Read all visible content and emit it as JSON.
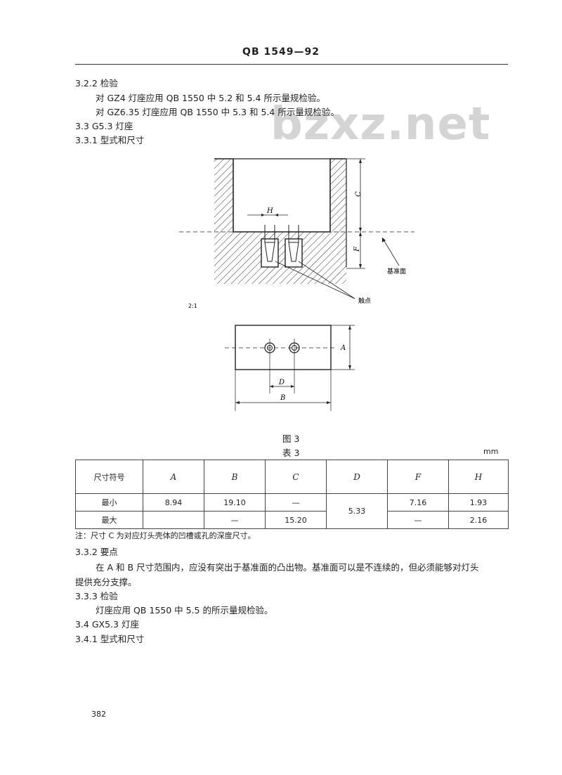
{
  "header": "QB 1549—92",
  "watermark": "bzxz.net",
  "sections": {
    "s322_title": "3.2.2  检验",
    "s322_line1": "对 GZ4 灯座应用 QB 1550 中 5.2 和 5.4 所示量规检验。",
    "s322_line2": "对 GZ6.35 灯座应用 QB 1550 中 5.3 和 5.4 所示量规检验。",
    "s33_title": "3.3  G5.3 灯座",
    "s331_title": "3.3.1  型式和尺寸",
    "s332_title": "3.3.2  要点",
    "s332_line1": "在 A 和 B 尺寸范围内，应没有突出于基准面的凸出物。基准面可以是不连续的，但必须能够对灯头",
    "s332_line2": "提供充分支撑。",
    "s333_title": "3.3.3  检验",
    "s333_line1": "灯座应用 QB 1550 中 5.5 的所示量规检验。",
    "s34_title": "3.4  GX5.3 灯座",
    "s341_title": "3.4.1  型式和尺寸"
  },
  "figure": {
    "label_C": "C",
    "label_F": "F",
    "label_H": "H",
    "label_A": "A",
    "label_B": "B",
    "label_D": "D",
    "ref_plane": "基准面",
    "contacts": "触点",
    "scale": "2:1",
    "caption": "图 3"
  },
  "table": {
    "title": "表 3",
    "unit": "mm",
    "headers": [
      "尺寸符号",
      "A",
      "B",
      "C",
      "D",
      "F",
      "H"
    ],
    "row_min": {
      "label": "最小",
      "A": "8.94",
      "B": "19.10",
      "C": "—",
      "F": "7.16",
      "H": "1.93"
    },
    "row_max": {
      "label": "最大",
      "A": "",
      "B": "—",
      "C": "15.20",
      "F": "—",
      "H": "2.16"
    },
    "D_merged": "5.33",
    "note": "注：尺寸 C 为对应灯头壳体的凹槽或孔的深度尺寸。"
  },
  "page_number": "382"
}
